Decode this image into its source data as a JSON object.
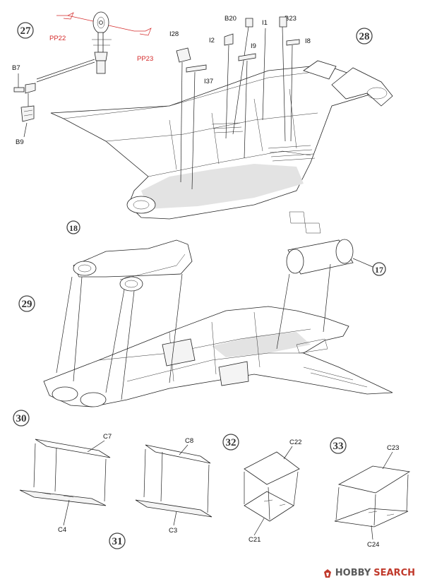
{
  "steps": [
    "27",
    "28",
    "29",
    "30",
    "31",
    "32",
    "33"
  ],
  "labels": {
    "pp22": "PP22",
    "pp23": "PP23",
    "b7": "B7",
    "b9": "B9",
    "b20": "B20",
    "b23": "B23",
    "i1": "I1",
    "i2": "I2",
    "i8": "I8",
    "i9": "I9",
    "i28": "I28",
    "i37": "I37",
    "p18": "18",
    "p17": "17",
    "c7": "C7",
    "c4": "C4",
    "c8": "C8",
    "c3": "C3",
    "c22": "C22",
    "c21": "C21",
    "c23": "C23",
    "c24": "C24"
  },
  "watermark": {
    "brand": "HOBBY",
    "search": "SEARCH"
  },
  "colors": {
    "line": "#222222",
    "callout_red": "#d42a2a",
    "watermark_red": "#c0392b",
    "watermark_grey": "#5a5a5a"
  }
}
